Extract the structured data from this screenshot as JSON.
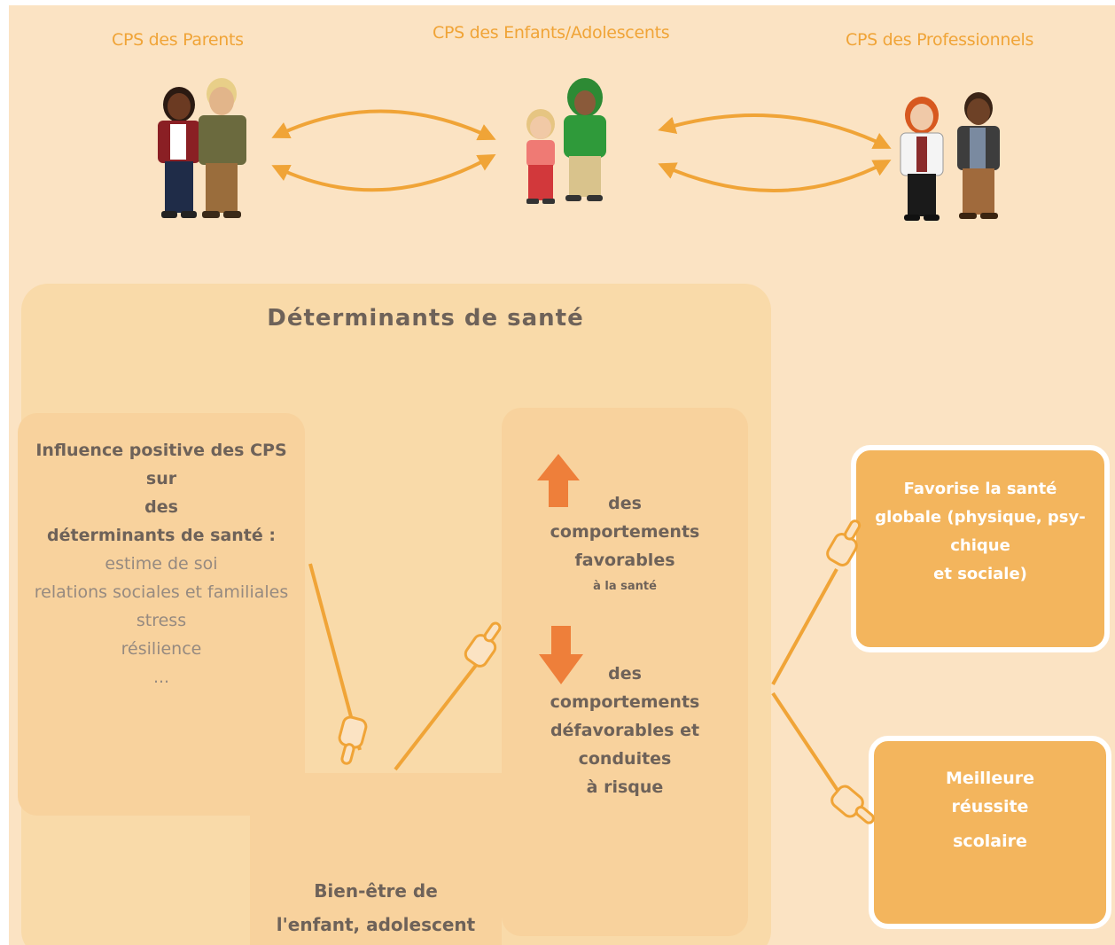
{
  "headers": {
    "parents": "CPS des Parents",
    "children": "CPS des Enfants/Adolescents",
    "professionals": "CPS des Professionnels"
  },
  "determinants_title": "Déterminants de santé",
  "influence": {
    "line1": "Influence positive des CPS sur",
    "line2": "des",
    "line3": "déterminants de santé :",
    "items": [
      "estime de soi",
      "relations sociales et familiales",
      "stress",
      "résilience",
      "..."
    ]
  },
  "behaviors": {
    "favorable": {
      "l1": "des",
      "l2": "comportements favorables",
      "l3": "à la santé"
    },
    "unfavorable": {
      "l1": "des",
      "l2": "comportements",
      "l3": "défavorables et conduites",
      "l4": "à risque"
    }
  },
  "wellbeing": {
    "l1": "Bien-être de",
    "l2": "l'enfant, adolescent"
  },
  "outcomes": {
    "health": {
      "l1": "Favorise la santé",
      "l2": "globale (physique, psy-",
      "l3": "chique",
      "l4": "et sociale)"
    },
    "school": {
      "l1": "Meilleure",
      "l2": "réussite",
      "l3": "scolaire"
    }
  },
  "icons": [
    "two-way-arrow-icon",
    "pointing-hand-icon",
    "arrow-up-icon",
    "arrow-down-icon"
  ],
  "colors": {
    "background": "#fbe3c3",
    "panel": "#f8d29d",
    "accent": "#f0a437",
    "outcome": "#f3b55d",
    "arrow": "#ee7f3a",
    "text": "#6e6259"
  }
}
